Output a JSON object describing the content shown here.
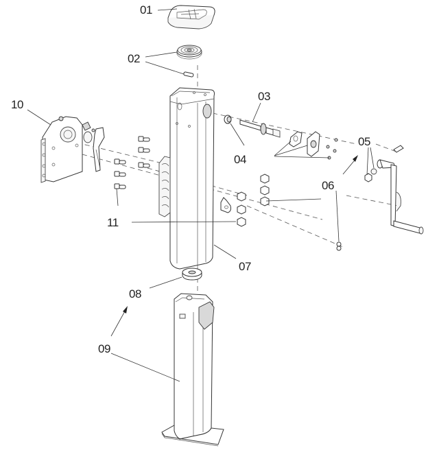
{
  "diagram": {
    "title": "Exploded view – jack assembly",
    "parts": [
      {
        "id": "01",
        "label": "01",
        "description": "top cap"
      },
      {
        "id": "02",
        "label": "02",
        "description": "thrust bearing and pin"
      },
      {
        "id": "03",
        "label": "03",
        "description": "drive shaft"
      },
      {
        "id": "04",
        "label": "04",
        "description": "bushing, plates and screws"
      },
      {
        "id": "05",
        "label": "05",
        "description": "crank handle fasteners"
      },
      {
        "id": "06",
        "label": "06",
        "description": "crank handle and clip"
      },
      {
        "id": "07",
        "label": "07",
        "description": "outer tube"
      },
      {
        "id": "08",
        "label": "08",
        "description": "washer"
      },
      {
        "id": "09",
        "label": "09",
        "description": "inner leg with foot"
      },
      {
        "id": "10",
        "label": "10",
        "description": "mounting bracket with lever"
      },
      {
        "id": "11",
        "label": "11",
        "description": "bolts and nuts"
      }
    ]
  }
}
